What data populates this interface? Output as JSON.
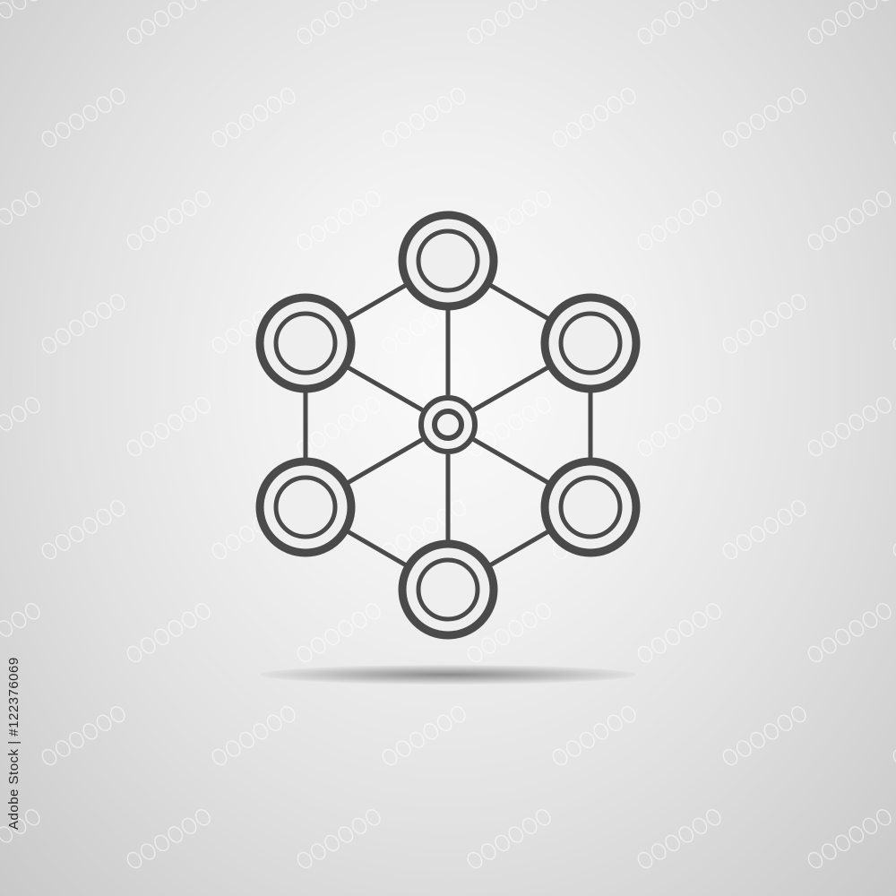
{
  "image": {
    "background_colors": [
      "#fafafa",
      "#c9c9c9"
    ],
    "icon_color": "#4a4a4a",
    "watermark_text": "Adobe Stock",
    "stock_id_label": "Adobe Stock | #122376069"
  },
  "icon": {
    "name": "network-hexagon-icon",
    "outer_nodes": 6,
    "center_nodes": 1
  }
}
